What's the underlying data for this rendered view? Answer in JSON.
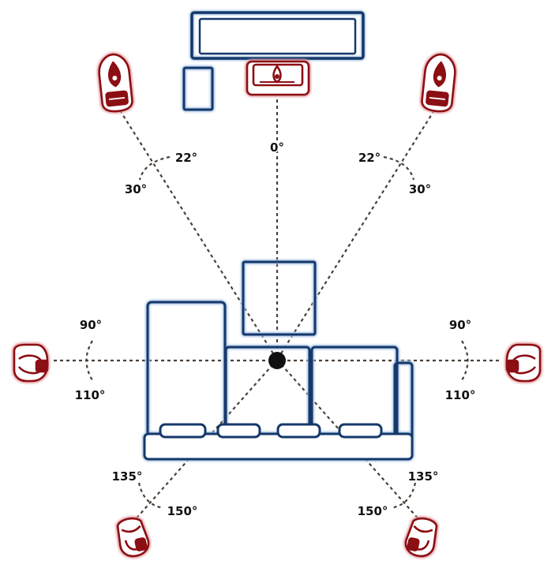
{
  "colors": {
    "furniture": "#14386a",
    "speaker": "#8c0f14",
    "speaker_fill": "#ffffff",
    "line": "#4a4038",
    "listener": "#111111"
  },
  "angles": {
    "center": "0°",
    "front_left_inner": "22°",
    "front_left_outer": "30°",
    "front_right_inner": "22°",
    "front_right_outer": "30°",
    "side_left_upper": "90°",
    "side_left_lower": "110°",
    "side_right_upper": "90°",
    "side_right_lower": "110°",
    "rear_left_upper": "135°",
    "rear_left_lower": "150°",
    "rear_right_upper": "135°",
    "rear_right_lower": "150°"
  },
  "icons": {
    "tv": "tv-icon",
    "sofa": "sofa-icon",
    "speaker": "speaker-icon",
    "listener": "listening-position-icon"
  }
}
